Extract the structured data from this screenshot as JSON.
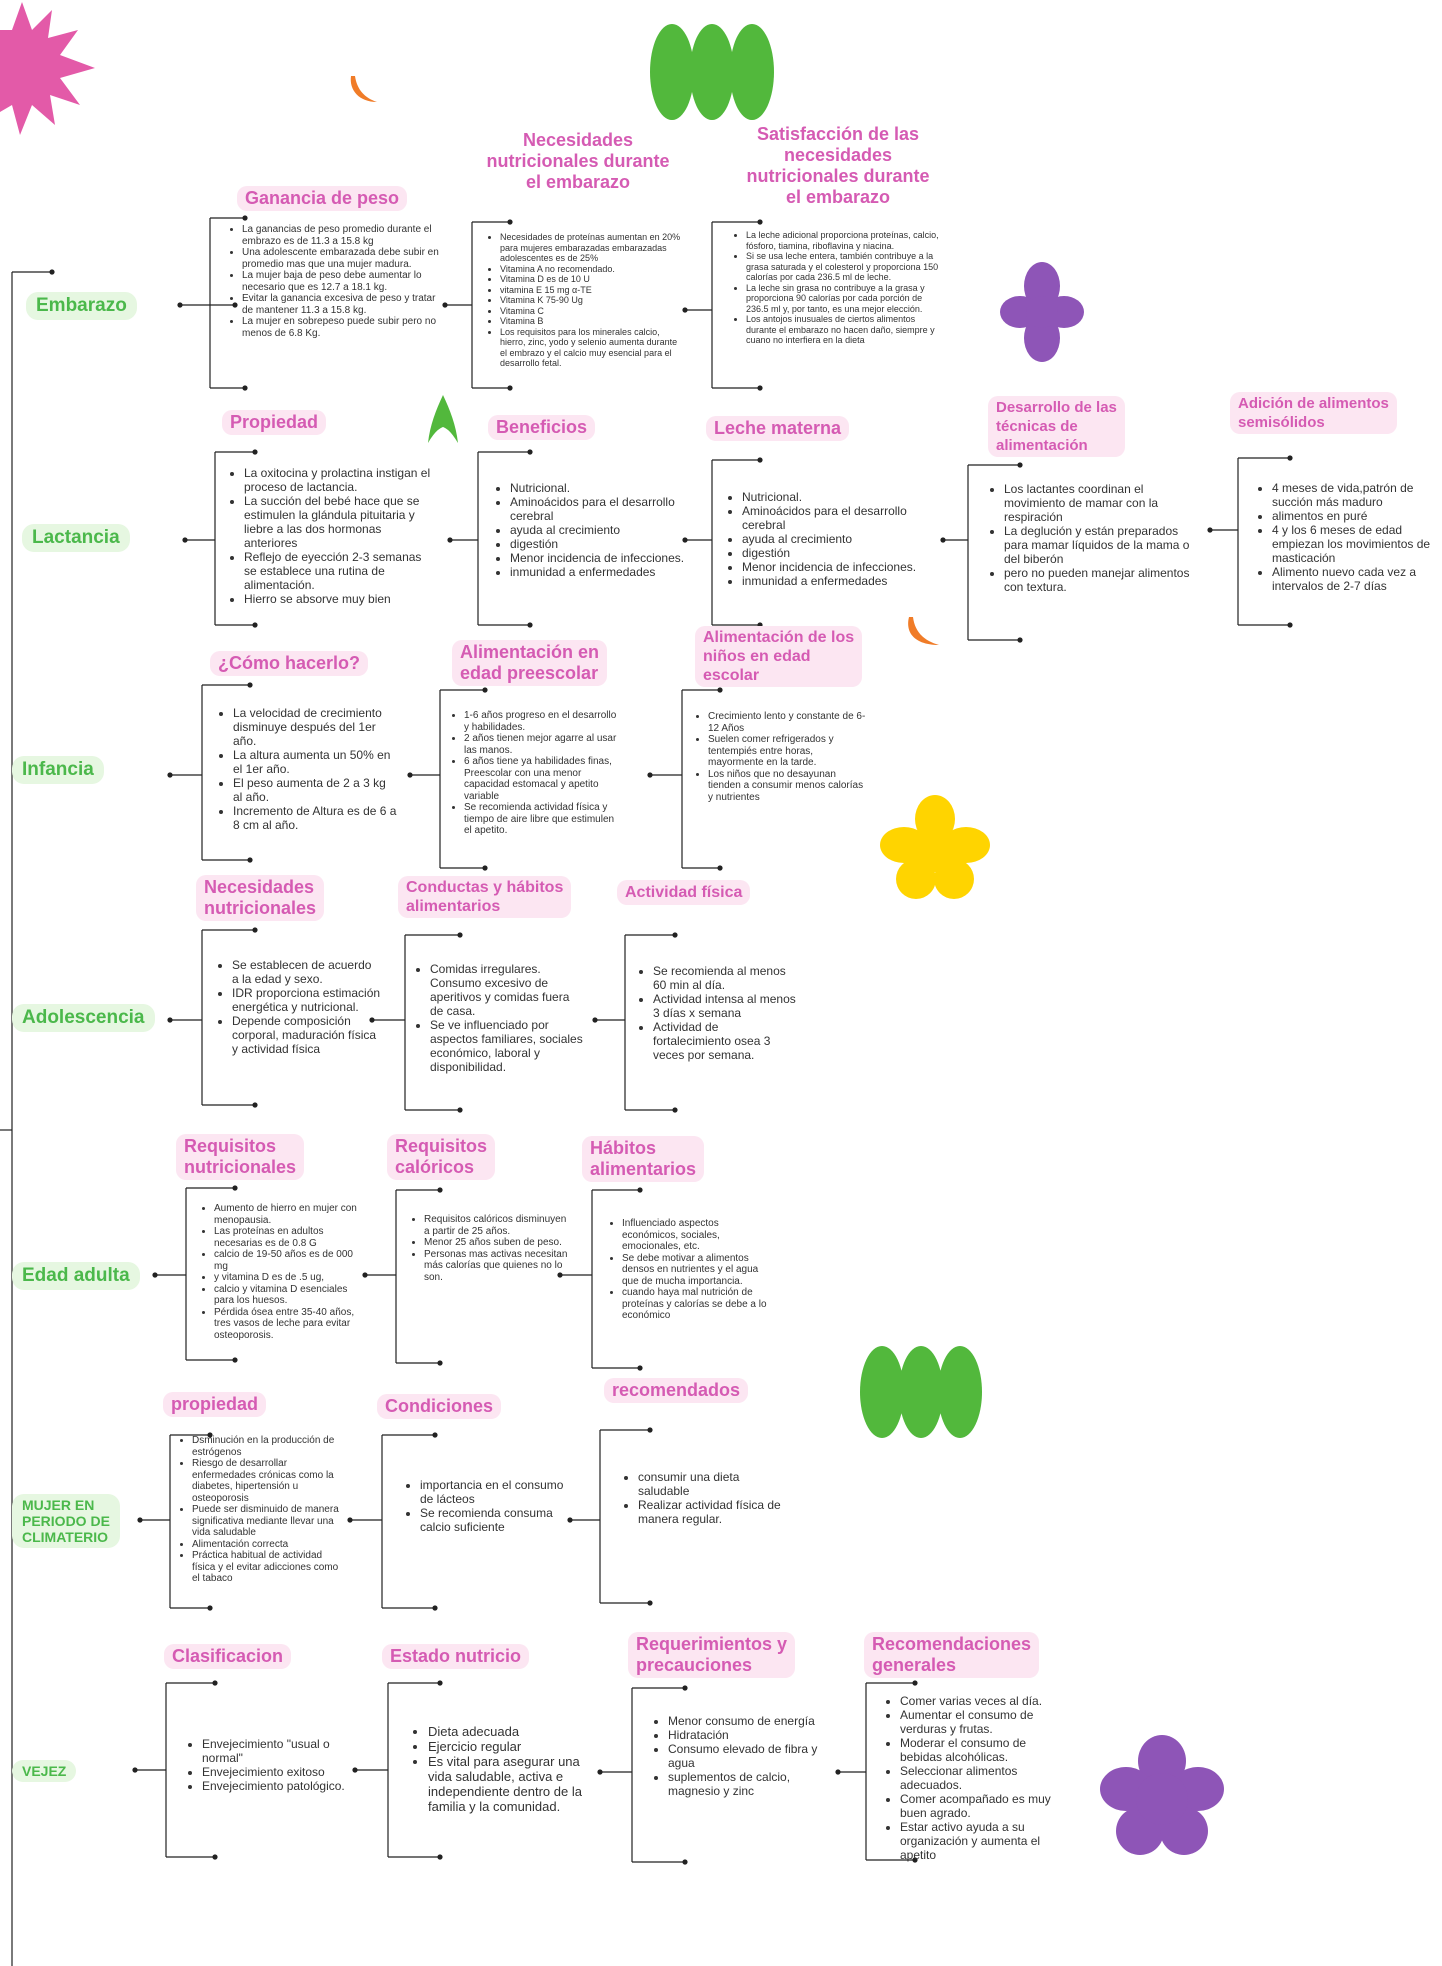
{
  "colors": {
    "pink_text": "#d55bb3",
    "pink_bg": "#fce6f2",
    "green_text": "#4bb84b",
    "green_bg": "#e6f7e1",
    "magenta_star": "#e35aa8",
    "green_leaf": "#52b83c",
    "purple_flower": "#8e55b7",
    "yellow_flower": "#ffd400",
    "orange_accent": "#f07c28"
  },
  "stages": {
    "embarazo": "Embarazo",
    "lactancia": "Lactancia",
    "infancia": "Infancia",
    "adolescencia": "Adolescencia",
    "edad_adulta": "Edad adulta",
    "climaterio": "MUJER EN\nPERIODO DE\nCLIMATERIO",
    "vejez": "VEJEZ"
  },
  "embarazo": {
    "h1": "Ganancia de peso",
    "h2": "Necesidades\nnutricionales durante\nel embarazo",
    "h3": "Satisfacción de las\nnecesidades\nnutricionales durante\nel embarazo",
    "b1": [
      "La ganancias de peso promedio durante el embrazo es de 11.3 a 15.8 kg",
      " Una adolescente embarazada debe subir en promedio mas que una mujer madura.",
      " La mujer baja de peso debe aumentar lo necesario que es  12.7 a 18.1 kg.",
      " Evitar la ganancia excesiva de peso y tratar de mantener 11.3 a 15.8 kg.",
      " La mujer en sobrepeso puede subir pero no menos de 6.8 Kg."
    ],
    "b2": [
      "Necesidades de proteínas aumentan en 20% para mujeres embarazadas embarazadas adolescentes es de 25%",
      "Vitamina A no recomendado.",
      "Vitamina D es de 10 U",
      "vitamina E 15 mg α-TE",
      "Vitamina K 75-90 Ug",
      "Vitamina C",
      "Vitamina B",
      " Los requisitos para los minerales calcio, hierro, zinc, yodo y selenio aumenta durante el embrazo y el calcio muy esencial para el desarrollo fetal."
    ],
    "b3": [
      "La leche adicional proporciona proteínas, calcio, fósforo, tiamina, riboflavina y niacina.",
      "Si se usa leche entera, también contribuye a la grasa saturada y el colesterol y proporciona 150 calorías por cada 236.5 ml de leche.",
      "La leche sin grasa no contribuye a la grasa y proporciona 90 calorías por cada porción de 236.5 ml y, por tanto, es una mejor elección.",
      "Los antojos inusuales de ciertos alimentos durante el embarazo no hacen daño, siempre y cuano no  interfiera en la dieta"
    ]
  },
  "lactancia": {
    "h1": "Propiedad",
    "h2": "Beneficios",
    "h3": "Leche materna",
    "h4": "Desarrollo de las\ntécnicas de\nalimentación",
    "h5": "Adición de alimentos\nsemisólidos",
    "b1": [
      "La oxitocina y prolactina instigan el proceso de lactancia.",
      "La succión del bebé hace que se estimulen la glándula pituitaria y liebre a las dos hormonas anteriores",
      " Reflejo de eyección 2-3 semanas se establece una rutina de alimentación.",
      "Hierro se absorve muy bien"
    ],
    "b2": [
      " Nutricional.",
      "Aminoácidos para el desarrollo cerebral",
      "ayuda al crecimiento",
      "digestión",
      "Menor incidencia de infecciones.",
      " inmunidad a enfermedades"
    ],
    "b3": [
      " Nutricional.",
      "Aminoácidos para el desarrollo cerebral",
      "ayuda al crecimiento",
      "digestión",
      "Menor incidencia de infecciones.",
      " inmunidad a enfermedades"
    ],
    "b4": [
      "Los lactantes coordinan el movimiento de mamar con la respiración",
      " La deglución y están preparados para mamar líquidos de la mama o del biberón",
      " pero no pueden manejar alimentos con textura."
    ],
    "b5": [
      "4 meses de vida,patrón de succión más maduro",
      " alimentos en puré",
      " 4 y los 6 meses de edad empiezan los movimientos de masticación",
      "Alimento nuevo cada vez a intervalos de 2-7 días"
    ]
  },
  "infancia": {
    "h1": "¿Cómo hacerlo?",
    "h2": "Alimentación  en\nedad preescolar",
    "h3": "Alimentación de los\nniños en edad\nescolar",
    "b1": [
      "La velocidad de crecimiento disminuye después del 1er año.",
      " La altura aumenta un 50% en el 1er año.",
      " El peso aumenta de 2 a 3 kg al año.",
      " Incremento de Altura es de 6 a 8 cm al año."
    ],
    "b2": [
      "1-6 años progreso en el desarrollo y habilidades.",
      " 2 años tienen mejor agarre al usar las manos.",
      " 6 años tiene ya habilidades finas, Preescolar con una menor capacidad estomacal y apetito variable",
      " Se recomienda actividad física y tiempo de aire libre que estimulen el apetito."
    ],
    "b3": [
      "Crecimiento lento y constante de 6-12 Años",
      "Suelen comer refrigerados y tentempiés entre horas, mayormente en la tarde.",
      "Los niños que no desayunan tienden a consumir menos calorías y nutrientes"
    ]
  },
  "adolescencia": {
    "h1": "Necesidades\nnutricionales",
    "h2": "Conductas y hábitos\nalimentarios",
    "h3": "Actividad física",
    "b1": [
      "Se establecen de acuerdo a la edad y sexo.",
      " IDR proporciona estimación energética y nutricional.",
      "Depende composición corporal, maduración física y actividad física"
    ],
    "b2": [
      "Comidas irregulares. Consumo excesivo de aperitivos y comidas fuera de casa.",
      "Se ve influenciado por aspectos familiares, sociales económico, laboral y disponibilidad."
    ],
    "b3": [
      "Se recomienda al menos 60 min al día.",
      " Actividad intensa al menos 3 días x semana",
      " Actividad de fortalecimiento osea 3 veces por semana."
    ]
  },
  "adulta": {
    "h1": "Requisitos\nnutricionales",
    "h2": "Requisitos\ncalóricos",
    "h3": "Hábitos\nalimentarios",
    "b1": [
      "Aumento de hierro en mujer con menopausia.",
      "Las proteínas en adultos necesarias es de 0.8 G",
      " calcio de 19-50 años es de 000 mg",
      " y vitamina D es de .5 ug,",
      " calcio y vitamina D esenciales para los huesos.",
      " Pérdida ósea entre 35-40 años, tres vasos de leche para evitar osteoporosis."
    ],
    "b2": [
      " Requisitos calóricos disminuyen a partir de 25 años.",
      " Menor 25 años suben de peso.",
      " Personas mas activas necesitan más calorías que quienes no lo son."
    ],
    "b3": [
      " Influenciado aspectos económicos, sociales, emocionales, etc.",
      " Se debe motivar a alimentos densos en nutrientes y el agua que de mucha importancia.",
      "cuando haya mal nutrición de proteínas y calorías se debe a lo económico"
    ]
  },
  "climaterio": {
    "h1": "propiedad",
    "h2": "Condiciones",
    "h3": "recomendados",
    "b1": [
      "Dsminución en la producción de estrógenos",
      "Riesgo de desarrollar enfermedades crónicas como la diabetes, hipertensión u osteoporosis",
      "Puede ser disminuido de manera significativa mediante llevar una vida saludable",
      "Alimentación correcta",
      "Práctica habitual de actividad física y el evitar adicciones como el tabaco"
    ],
    "b2": [
      " importancia en el consumo de lácteos",
      "Se recomienda consuma calcio suficiente"
    ],
    "b3": [
      " consumir una dieta saludable",
      " Realizar actividad física de manera regular."
    ]
  },
  "vejez": {
    "h1": "Clasificacion",
    "h2": "Estado nutricio",
    "h3": "Requerimientos y\nprecauciones",
    "h4": "Recomendaciones\ngenerales",
    "b1": [
      "Envejecimiento \"usual o normal\"",
      " Envejecimiento exitoso",
      " Envejecimiento patológico."
    ],
    "b2": [
      "Dieta adecuada",
      " Ejercicio regular",
      "Es vital para asegurar una vida saludable, activa e independiente dentro de la familia y la comunidad."
    ],
    "b3": [
      " Menor consumo de energía",
      "Hidratación",
      "Consumo elevado de fibra y agua",
      "suplementos de calcio, magnesio y zinc"
    ],
    "b4": [
      "Comer varias veces al día.",
      " Aumentar el consumo de verduras y frutas.",
      " Moderar el consumo de bebidas alcohólicas.",
      " Seleccionar alimentos adecuados.",
      "Comer acompañado es muy buen agrado.",
      "Estar activo ayuda a su organización y aumenta el apetito"
    ]
  }
}
